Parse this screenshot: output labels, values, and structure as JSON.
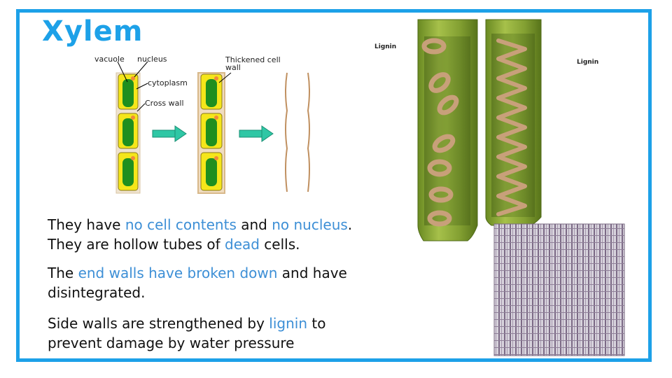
{
  "title": "Xylem",
  "diagram_labels": {
    "vacuole": "vacuole",
    "nucleus": "nucleus",
    "cytoplasm": "cytoplasm",
    "cross_wall": "Cross wall",
    "thickened_wall": "Thickened cell wall",
    "lignin_left": "Lignin",
    "lignin_right": "Lignin"
  },
  "paragraphs": [
    {
      "segments": [
        {
          "text": "They have ",
          "highlight": false
        },
        {
          "text": "no cell contents",
          "highlight": true
        },
        {
          "text": " and ",
          "highlight": false
        },
        {
          "text": "no nucleus",
          "highlight": true
        },
        {
          "text": ".",
          "highlight": false
        }
      ]
    },
    {
      "segments": [
        {
          "text": "They are hollow tubes of ",
          "highlight": false
        },
        {
          "text": "dead",
          "highlight": true
        },
        {
          "text": " cells.",
          "highlight": false
        }
      ]
    },
    {
      "segments": [
        {
          "text": "The ",
          "highlight": false
        },
        {
          "text": "end walls have broken down",
          "highlight": true
        },
        {
          "text": " and have",
          "highlight": false
        }
      ]
    },
    {
      "segments": [
        {
          "text": "disintegrated.",
          "highlight": false
        }
      ]
    },
    {
      "segments": [
        {
          "text": "Side walls are strengthened by ",
          "highlight": false
        },
        {
          "text": "lignin",
          "highlight": true
        },
        {
          "text": " to",
          "highlight": false
        }
      ]
    },
    {
      "segments": [
        {
          "text": "prevent damage by water pressure",
          "highlight": false
        }
      ]
    }
  ],
  "colors": {
    "accent": "#1da1e8",
    "highlight": "#3d8fd6",
    "cell_yellow": "#f5e61a",
    "vacuole_green": "#1f8f1f",
    "vessel_green": "#7c9a2c",
    "lignin_brown": "#c8a07a",
    "arrow_teal": "#2fc7a5"
  }
}
